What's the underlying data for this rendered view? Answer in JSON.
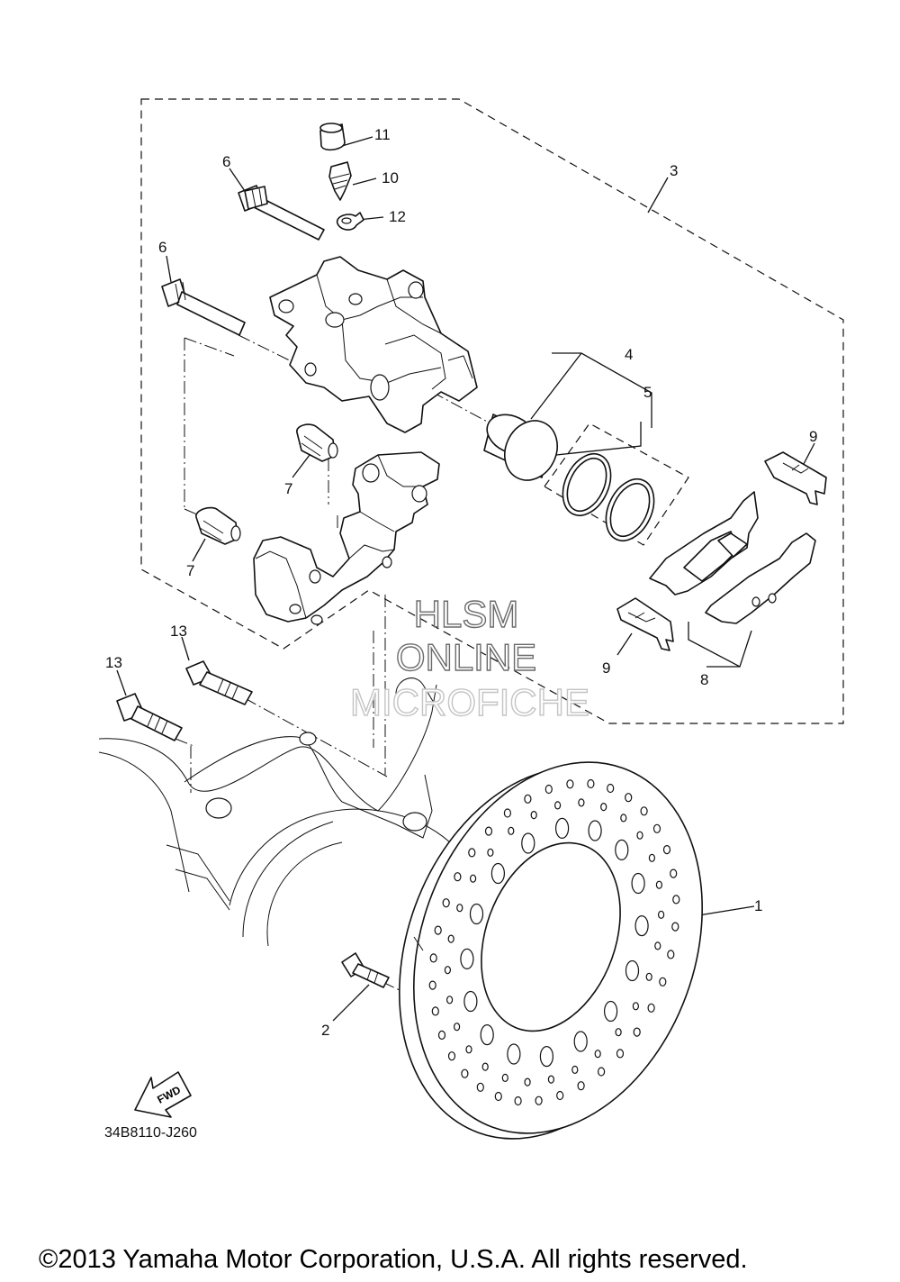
{
  "diagram": {
    "callouts": [
      {
        "id": "1",
        "text": "1"
      },
      {
        "id": "2",
        "text": "2"
      },
      {
        "id": "3",
        "text": "3"
      },
      {
        "id": "4",
        "text": "4"
      },
      {
        "id": "5",
        "text": "5"
      },
      {
        "id": "6a",
        "text": "6"
      },
      {
        "id": "6b",
        "text": "6"
      },
      {
        "id": "7a",
        "text": "7"
      },
      {
        "id": "7b",
        "text": "7"
      },
      {
        "id": "8",
        "text": "8"
      },
      {
        "id": "9a",
        "text": "9"
      },
      {
        "id": "9b",
        "text": "9"
      },
      {
        "id": "10",
        "text": "10"
      },
      {
        "id": "11",
        "text": "11"
      },
      {
        "id": "12",
        "text": "12"
      },
      {
        "id": "13a",
        "text": "13"
      },
      {
        "id": "13b",
        "text": "13"
      }
    ],
    "fwd_label": "FWD",
    "diagram_code": "34B8110-J260"
  },
  "watermark": {
    "line1": "HLSM",
    "line2": "ONLINE",
    "line3": "MICROFICHE"
  },
  "footer": {
    "copyright": "©2013 Yamaha Motor Corporation, U.S.A. All rights reserved."
  }
}
